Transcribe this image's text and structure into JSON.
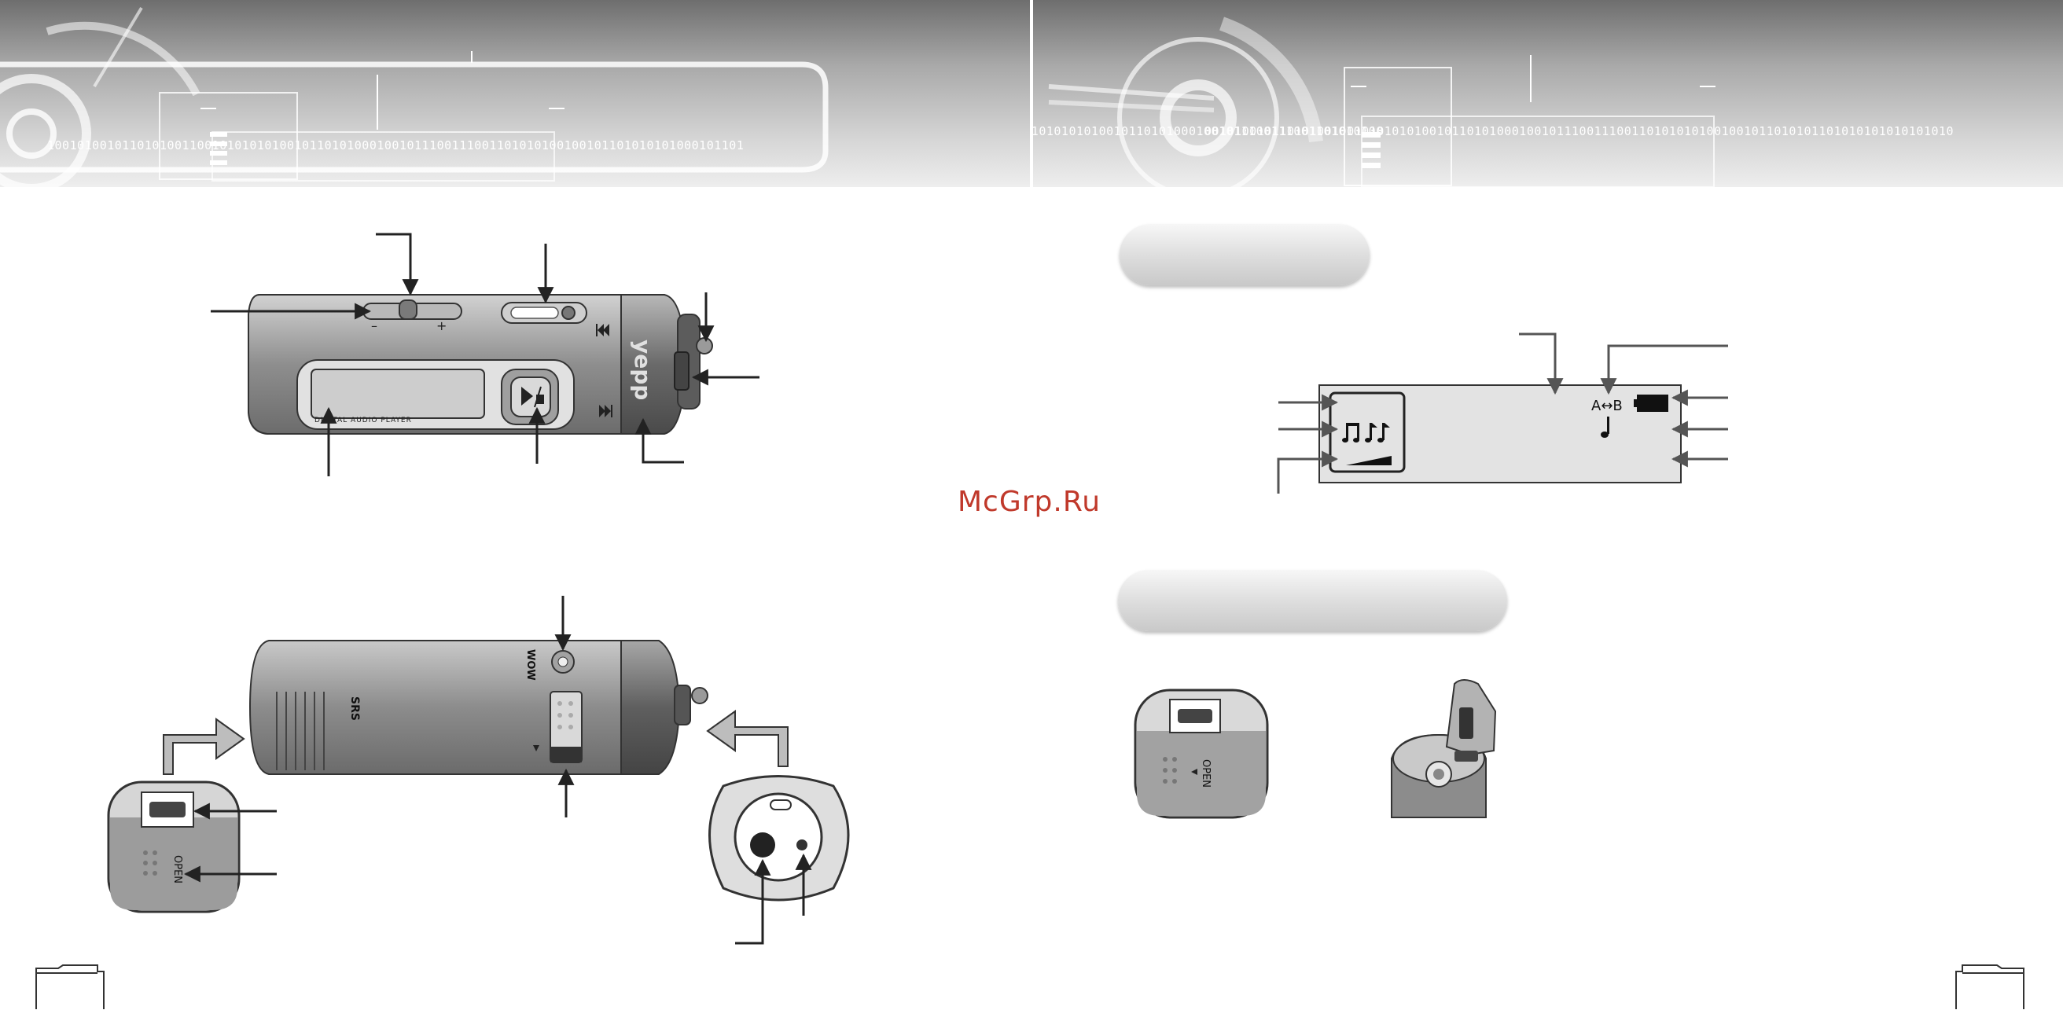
{
  "watermark": {
    "text": "McGrp.Ru",
    "color": "#c0392b"
  },
  "banner": {
    "binary_left": "100101001011010100110010101010100101101010001001011100111001101010100100101101010101000101101",
    "binary_right_top": "0010110101001011010100110010101010100101101010001001011100111001101010100",
    "binary_right_main": "0010100101101010010010101010100101101010001001011100111001101010101001001011010101101010101010101010"
  },
  "device_front": {
    "brand": "yepp",
    "face_text": "DIGITAL AUDIO PLAYER",
    "minus": "–",
    "plus": "+",
    "play_icon": "play-pause-icon",
    "prev_icon": "skip-back-icon",
    "next_icon": "skip-forward-icon"
  },
  "device_back": {
    "wow_label": "WOW",
    "srs_label": "SRS",
    "cap_label": "OPEN"
  },
  "lcd": {
    "ab_text": "A↔B",
    "music_icon": "music-notes-icon",
    "note_icon": "eighth-note-icon",
    "battery_icon": "battery-icon"
  },
  "right_figures": {
    "cap_label": "OPEN"
  },
  "colors": {
    "accent": "#c0392b",
    "device_body": "#8a8a8a",
    "device_light": "#c4c4c4"
  }
}
